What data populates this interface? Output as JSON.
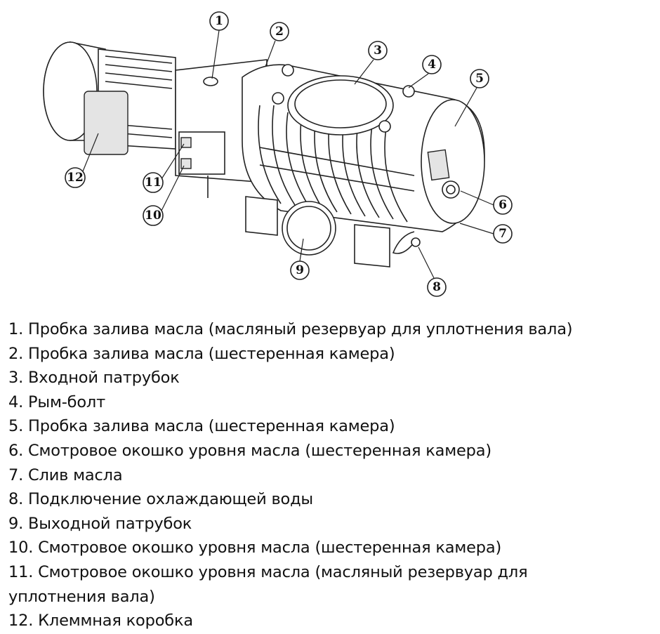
{
  "callouts": [
    "1",
    "2",
    "3",
    "4",
    "5",
    "6",
    "7",
    "8",
    "9",
    "10",
    "11",
    "12"
  ],
  "legend": [
    "1. Пробка залива масла (масляный резервуар для уплотнения вала)",
    "2. Пробка залива масла (шестеренная камера)",
    "3. Входной патрубок",
    "4. Рым-болт",
    "5. Пробка залива масла (шестеренная камера)",
    "6. Смотровое окошко уровня масла (шестеренная камера)",
    "7. Слив масла",
    "8. Подключение охлаждающей воды",
    "9. Выходной патрубок",
    "10. Смотровое окошко уровня масла (шестеренная камера)",
    "11. Смотровое окошко уровня масла (масляный резервуар для уплотнения вала)",
    "12. Клеммная коробка"
  ]
}
